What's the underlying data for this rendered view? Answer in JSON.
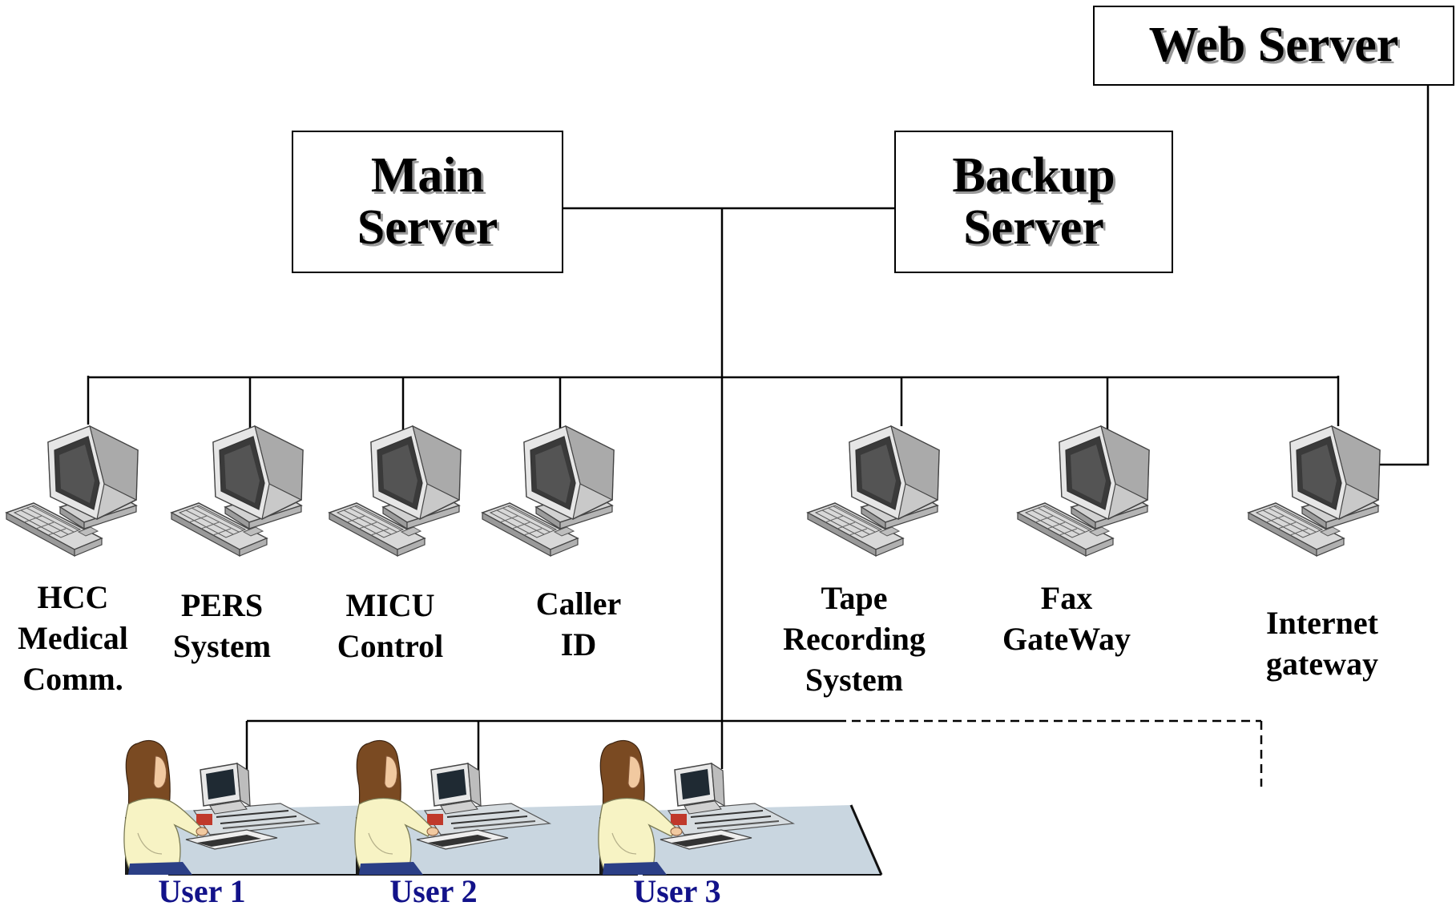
{
  "servers": {
    "web": {
      "lines": [
        "Web Server"
      ]
    },
    "main": {
      "lines": [
        "Main",
        "Server"
      ]
    },
    "backup": {
      "lines": [
        "Backup",
        "Server"
      ]
    }
  },
  "nodes": [
    {
      "id": "hcc",
      "lines": [
        "HCC",
        "Medical",
        "Comm."
      ]
    },
    {
      "id": "pers",
      "lines": [
        "PERS",
        "System"
      ]
    },
    {
      "id": "micu",
      "lines": [
        "MICU",
        "Control"
      ]
    },
    {
      "id": "caller",
      "lines": [
        "Caller",
        "ID"
      ]
    },
    {
      "id": "tape",
      "lines": [
        "Tape",
        "Recording",
        "System"
      ]
    },
    {
      "id": "fax",
      "lines": [
        "Fax",
        "GateWay"
      ]
    },
    {
      "id": "internet",
      "lines": [
        "Internet",
        "gateway"
      ]
    }
  ],
  "users": [
    {
      "id": "user-1",
      "label": "User 1"
    },
    {
      "id": "user-2",
      "label": "User 2"
    },
    {
      "id": "user-3",
      "label": "User 3"
    }
  ],
  "icons": {
    "computer": "computer-icon",
    "operator": "operator-workstation-icon"
  },
  "colors": {
    "line": "#000000",
    "user_label": "#12128a",
    "monitor_body": "#c8c8c8",
    "screen": "#3a3a3a",
    "hair": "#7a4a22",
    "blouse": "#f7f3c4",
    "desk": "#c9d6e0"
  }
}
